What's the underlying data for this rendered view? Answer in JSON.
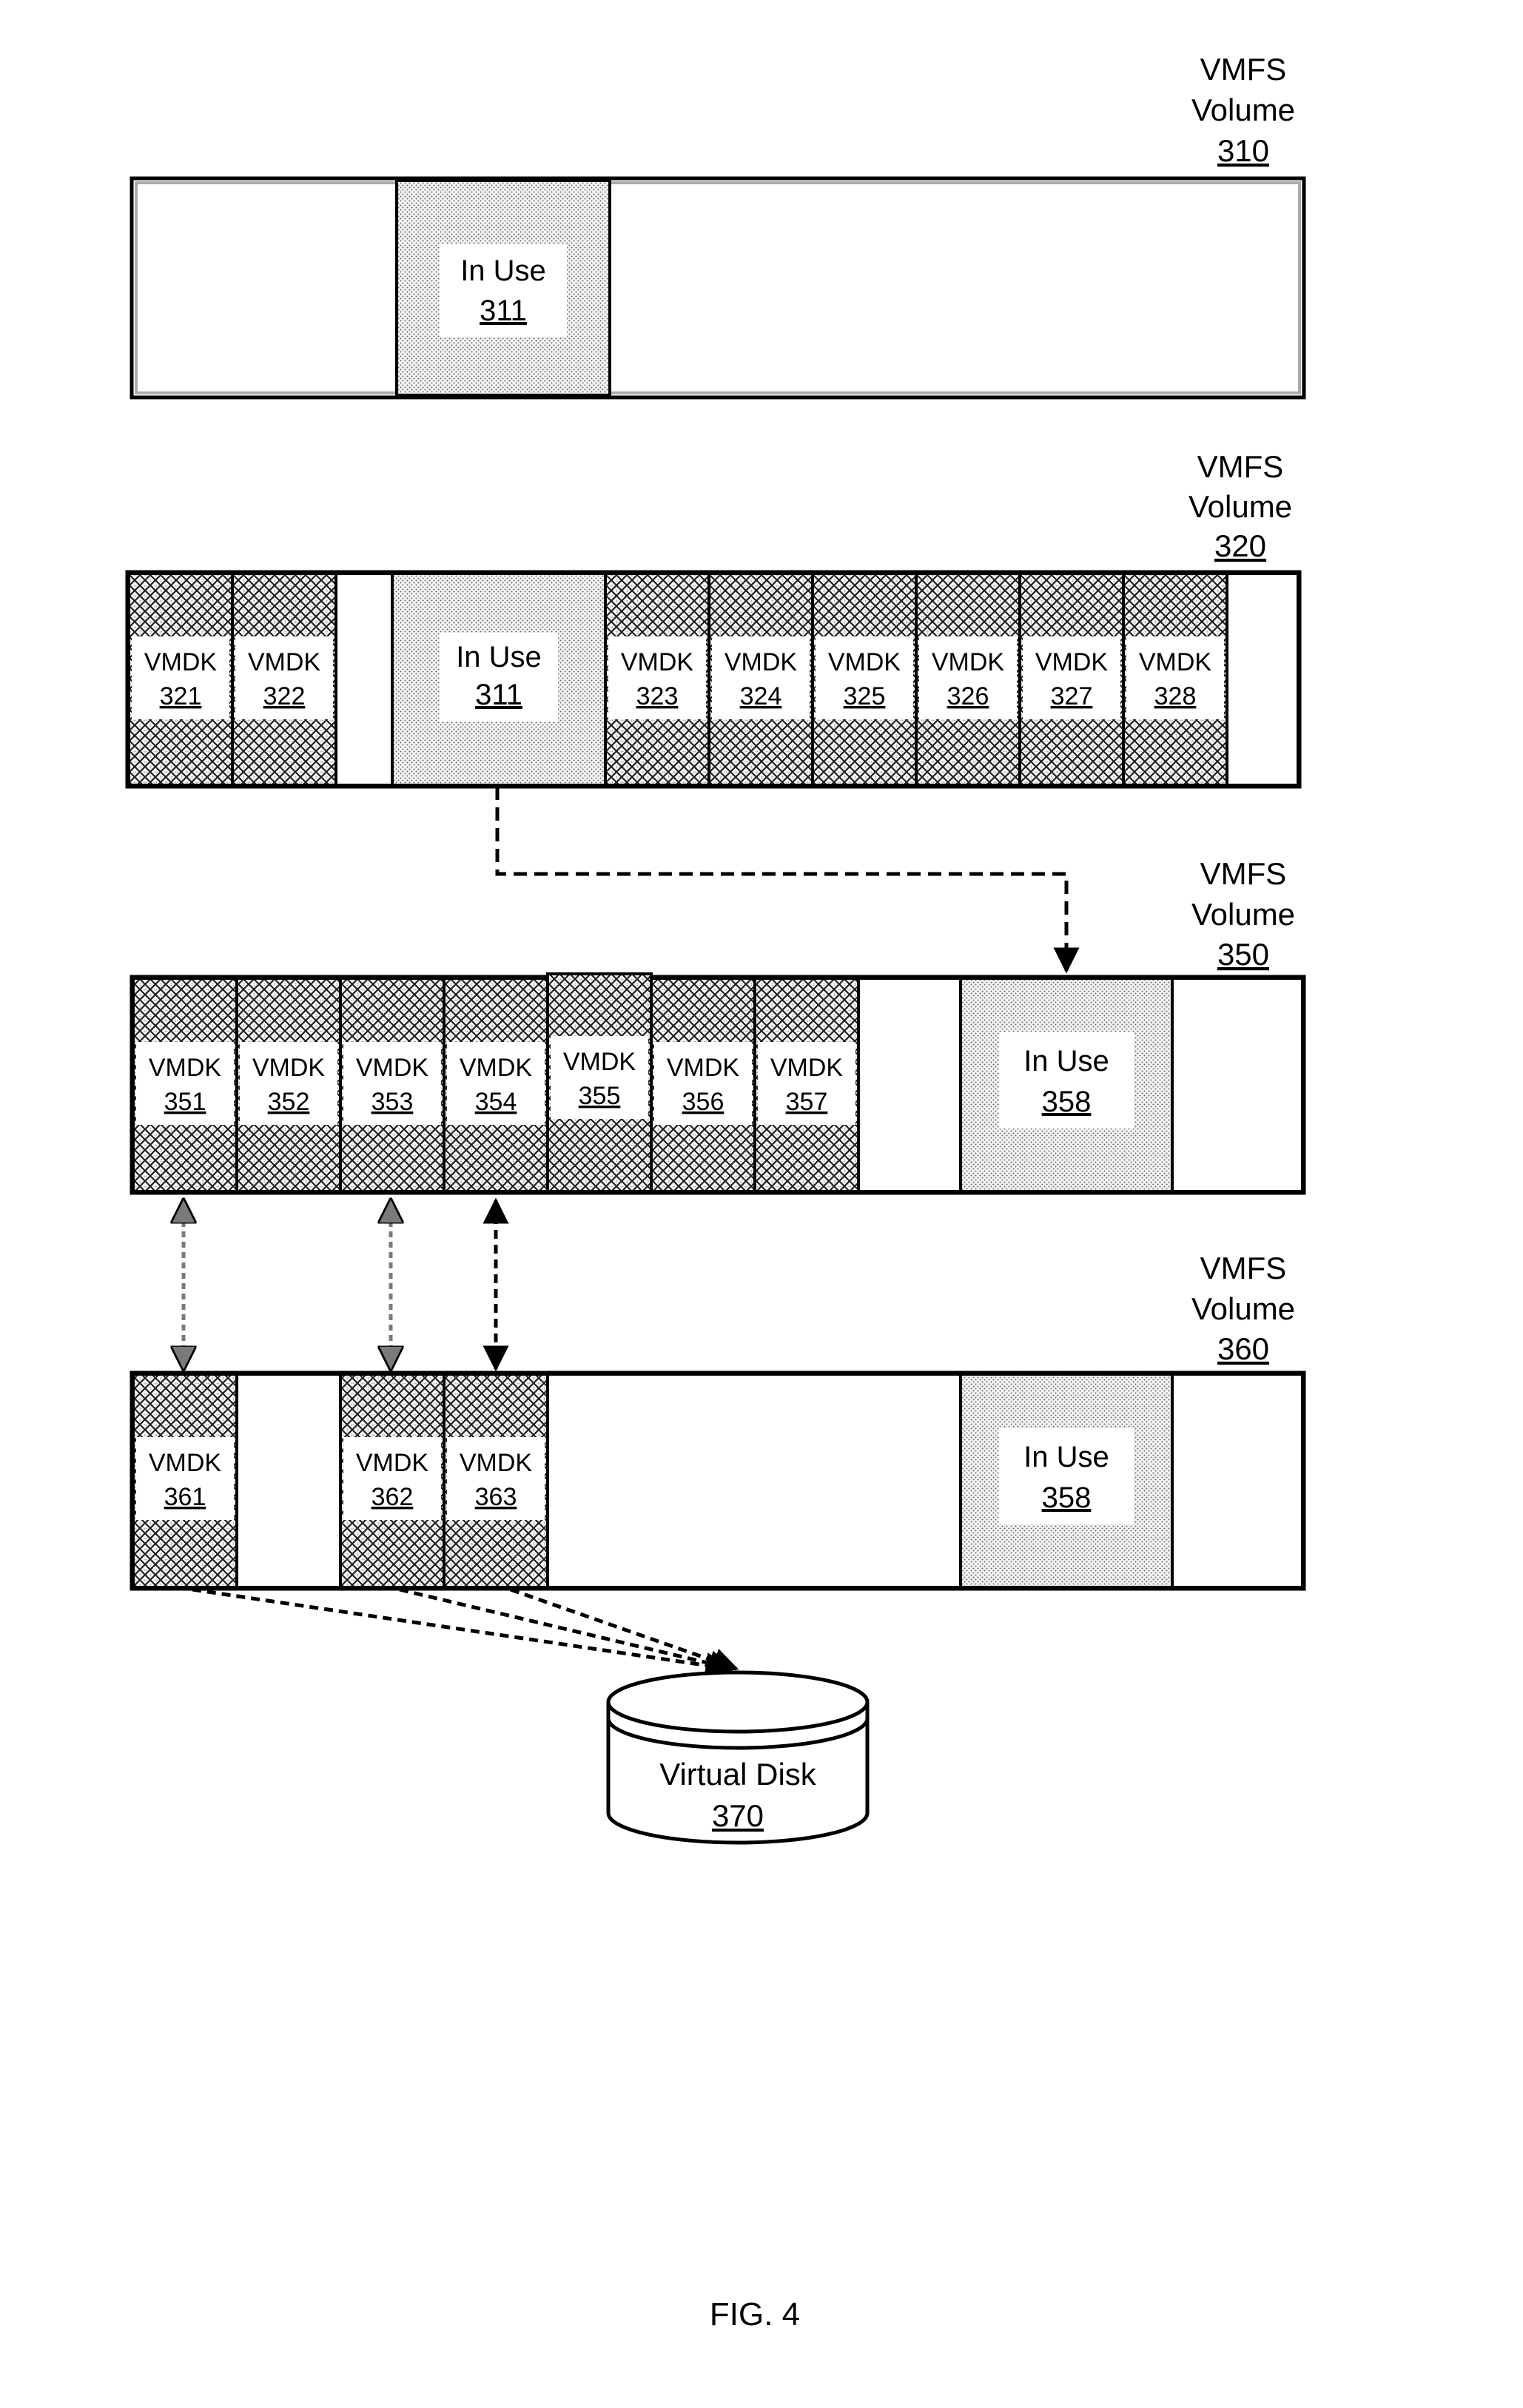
{
  "volumes": [
    {
      "label_line1": "VMFS",
      "label_line2": "Volume",
      "number": "310",
      "blocks": [
        {
          "kind": "empty"
        },
        {
          "kind": "inuse",
          "line1": "In Use",
          "num": "311"
        },
        {
          "kind": "empty"
        }
      ]
    },
    {
      "label_line1": "VMFS",
      "label_line2": "Volume",
      "number": "320",
      "blocks": [
        {
          "kind": "vmdk",
          "line1": "VMDK",
          "num": "321"
        },
        {
          "kind": "vmdk",
          "line1": "VMDK",
          "num": "322"
        },
        {
          "kind": "empty"
        },
        {
          "kind": "inuse",
          "line1": "In Use",
          "num": "311"
        },
        {
          "kind": "vmdk",
          "line1": "VMDK",
          "num": "323"
        },
        {
          "kind": "vmdk",
          "line1": "VMDK",
          "num": "324"
        },
        {
          "kind": "vmdk",
          "line1": "VMDK",
          "num": "325"
        },
        {
          "kind": "vmdk",
          "line1": "VMDK",
          "num": "326"
        },
        {
          "kind": "vmdk",
          "line1": "VMDK",
          "num": "327"
        },
        {
          "kind": "vmdk",
          "line1": "VMDK",
          "num": "328"
        },
        {
          "kind": "empty"
        }
      ]
    },
    {
      "label_line1": "VMFS",
      "label_line2": "Volume",
      "number": "350",
      "blocks": [
        {
          "kind": "vmdk",
          "line1": "VMDK",
          "num": "351"
        },
        {
          "kind": "vmdk",
          "line1": "VMDK",
          "num": "352"
        },
        {
          "kind": "vmdk",
          "line1": "VMDK",
          "num": "353"
        },
        {
          "kind": "vmdk",
          "line1": "VMDK",
          "num": "354"
        },
        {
          "kind": "vmdk",
          "line1": "VMDK",
          "num": "355"
        },
        {
          "kind": "vmdk",
          "line1": "VMDK",
          "num": "356"
        },
        {
          "kind": "vmdk",
          "line1": "VMDK",
          "num": "357"
        },
        {
          "kind": "empty"
        },
        {
          "kind": "inuse",
          "line1": "In Use",
          "num": "358"
        },
        {
          "kind": "empty"
        }
      ]
    },
    {
      "label_line1": "VMFS",
      "label_line2": "Volume",
      "number": "360",
      "blocks": [
        {
          "kind": "vmdk",
          "line1": "VMDK",
          "num": "361"
        },
        {
          "kind": "empty"
        },
        {
          "kind": "vmdk",
          "line1": "VMDK",
          "num": "362"
        },
        {
          "kind": "vmdk",
          "line1": "VMDK",
          "num": "363"
        },
        {
          "kind": "empty"
        },
        {
          "kind": "inuse",
          "line1": "In Use",
          "num": "358"
        },
        {
          "kind": "empty"
        }
      ]
    }
  ],
  "disk": {
    "line1": "Virtual Disk",
    "num": "370"
  },
  "figure_label": "FIG. 4"
}
